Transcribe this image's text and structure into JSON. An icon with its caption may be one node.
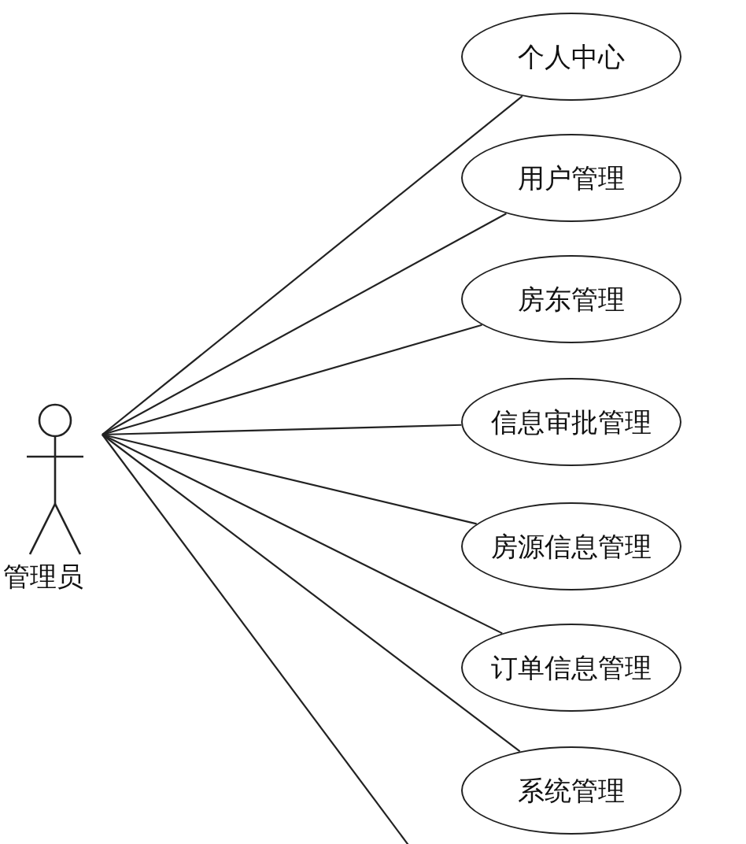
{
  "diagram": {
    "nodes": [
      {
        "text": [
          "管理员"
        ]
      },
      {
        "text": [
          "个人中心"
        ]
      },
      {
        "text": [
          "用户管理"
        ]
      },
      {
        "text": [
          "房东管理"
        ]
      },
      {
        "text": [
          "信息审批管理"
        ]
      },
      {
        "text": [
          "房源信息管理"
        ]
      },
      {
        "text": [
          "订单信息管理"
        ]
      },
      {
        "text": [
          "系统管理"
        ]
      }
    ],
    "edges": [
      {
        "from": 0,
        "to": 1,
        "arrow": "none"
      },
      {
        "from": 0,
        "to": 2,
        "arrow": "none"
      },
      {
        "from": 0,
        "to": 3,
        "arrow": "none"
      },
      {
        "from": 0,
        "to": 4,
        "arrow": "none"
      },
      {
        "from": 0,
        "to": 5,
        "arrow": "none"
      },
      {
        "from": 0,
        "to": 6,
        "arrow": "none"
      },
      {
        "from": 0,
        "to": 7,
        "arrow": "none"
      },
      {
        "from": 0,
        "to": null,
        "arrow": "none"
      }
    ]
  }
}
